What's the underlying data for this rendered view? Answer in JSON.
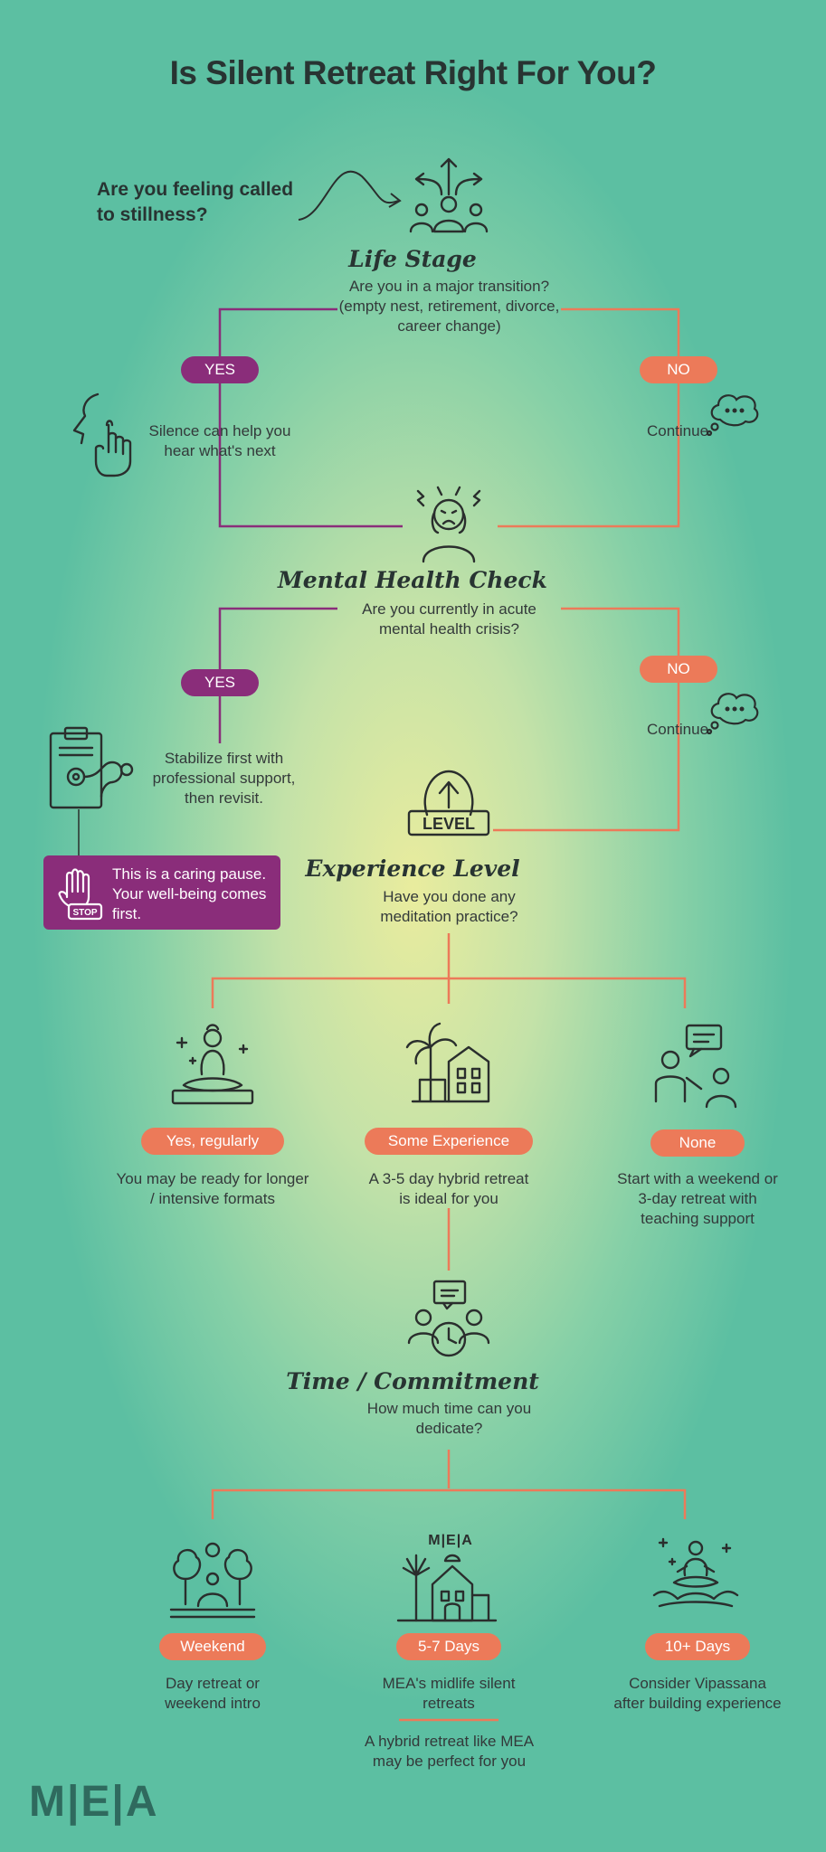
{
  "title": "Is Silent Retreat Right For You?",
  "intro": "Are you feeling called to stillness?",
  "life_stage": {
    "heading": "Life Stage",
    "question": "Are you in a major transition? (empty nest, retirement, divorce, career change)",
    "yes_label": "YES",
    "no_label": "NO",
    "yes_text": "Silence can help you hear what's next",
    "no_text": "Continue"
  },
  "mental_health": {
    "heading": "Mental Health Check",
    "question": "Are you currently in acute mental health crisis?",
    "yes_label": "YES",
    "no_label": "NO",
    "yes_text": "Stabilize first with professional support, then revisit.",
    "no_text": "Continue",
    "stop_note": "This is a caring pause. Your well-being comes first.",
    "stop_sign": "STOP"
  },
  "experience": {
    "heading": "Experience Level",
    "question": "Have you done any meditation practice?",
    "options": [
      {
        "label": "Yes, regularly",
        "text": "You may be ready for longer / intensive formats"
      },
      {
        "label": "Some Experience",
        "text": "A 3-5 day hybrid retreat is ideal for you"
      },
      {
        "label": "None",
        "text": "Start with a weekend or 3-day retreat with teaching support"
      }
    ]
  },
  "time": {
    "heading": "Time / Commitment",
    "question": "How much time can you dedicate?",
    "options": [
      {
        "label": "Weekend",
        "text": "Day retreat or weekend intro"
      },
      {
        "label": "5-7 Days",
        "text": "MEA's midlife silent retreats"
      },
      {
        "label": "10+ Days",
        "text": "Consider Vipassana after building experience"
      }
    ],
    "footnote": "A hybrid retreat like MEA may be perfect for you",
    "building_sign": "M|E|A"
  },
  "level_sign": "LEVEL",
  "logo": "M|E|A",
  "colors": {
    "purple": "#8a2d7a",
    "orange": "#ec7a59",
    "ink": "#283432"
  }
}
